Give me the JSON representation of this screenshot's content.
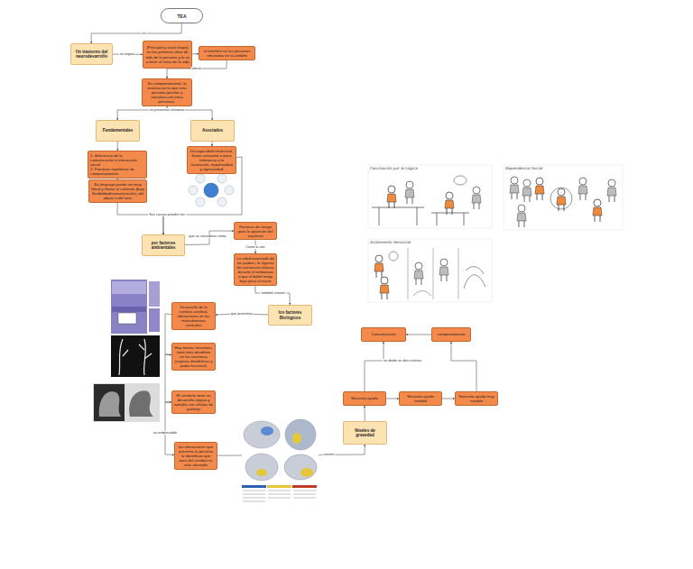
{
  "diagram": {
    "nodes": [
      {
        "text": [
          "TEA"
        ]
      },
      {
        "text": [
          "Un trastorno del neurodesarrollo"
        ]
      },
      {
        "text": [
          "(Principal y usual etapa) en los primeros años de vida de la persona y lo va a tener el resto de la vida"
        ]
      },
      {
        "text": [
          "al interferir en las personas afectadas en su ámbito"
        ]
      },
      {
        "text": [
          "Su comportamiento, la manera en la que esta persona percibe y socializa con otras personas."
        ]
      },
      {
        "text": [
          "Fundamentales"
        ]
      },
      {
        "text": [
          "Asociados"
        ]
      },
      {
        "text": [
          "1. deficiencia de la comunicación e interacción social",
          "2. Patrones repetitivos de comportamiento."
        ]
      },
      {
        "text": [
          "Su lenguaje puede ser muy literal y limitar el contexto (baja flexibilidad/comunicación), del objeto o del otro."
        ]
      },
      {
        "text": [
          "Discapacidad intelectual, llanto constante o poca tolerancia a la frustración, impulsividad y agresividad"
        ]
      },
      {
        "text": [
          "por factores ambientales"
        ]
      },
      {
        "text": [
          "Factores de riesgo para la aparición del trastorno"
        ]
      },
      {
        "text": [
          "La edad avanzada de los padres, la ingesta de sustancias tóxicas durante el embarazo o que el bebé tenga bajo peso al nacer"
        ]
      },
      {
        "text": [
          "los factores Biológicos"
        ]
      },
      {
        "text": [
          "Desarrollo de la corteza cerebral, alteraciones en las minicolumnas corticales"
        ]
      },
      {
        "text": [
          "Hay menos neuronas, tiene más dendritas en las neuronas (espinas dendríticas y poda neuronal)"
        ]
      },
      {
        "text": [
          "El cerebelo tiene un desarrollo atípico y tamaño con células de purkinje"
        ]
      },
      {
        "text": [
          "las alteraciones que presenta la persona la identifican que área del cerebro es más afectado"
        ]
      },
      {
        "text": [
          "Niveles de gravedad"
        ]
      },
      {
        "text": [
          "Necesita ayuda"
        ]
      },
      {
        "text": [
          "Necesita ayuda notable"
        ]
      },
      {
        "text": [
          "Necesita ayuda muy notable"
        ]
      },
      {
        "text": [
          "Comunicación"
        ]
      },
      {
        "text": [
          "comportamiento"
        ]
      }
    ],
    "edges": [
      {
        "from": 0,
        "to": 1,
        "label": "es",
        "arrow": "to"
      },
      {
        "from": 1,
        "to": 2,
        "label": "se origina",
        "arrow": "to"
      },
      {
        "from": 2,
        "to": 3,
        "arrow": "to"
      },
      {
        "from": 3,
        "to": 4,
        "label": "afecta",
        "arrow": "to"
      },
      {
        "from": 4,
        "to": 5,
        "label": "se presentan síntomas",
        "arrow": "to"
      },
      {
        "from": 4,
        "to": 6,
        "arrow": "to"
      },
      {
        "from": 5,
        "to": 7,
        "arrow": "to"
      },
      {
        "from": 7,
        "to": 8,
        "arrow": "to"
      },
      {
        "from": 6,
        "to": 9,
        "arrow": "to"
      },
      {
        "from": 8,
        "to": 10,
        "label": "Sus causas pueden ser",
        "arrow": "to"
      },
      {
        "from": 9,
        "to": 10,
        "arrow": "to"
      },
      {
        "from": 10,
        "to": 11,
        "label": "que se consideran como",
        "arrow": "to"
      },
      {
        "from": 11,
        "to": 12,
        "label": "Como lo son",
        "arrow": "to"
      },
      {
        "from": 12,
        "to": 13,
        "label": "también existen",
        "arrow": "to"
      },
      {
        "from": 13,
        "to": 14,
        "label": "que presentan",
        "arrow": "to"
      },
      {
        "from": 14,
        "to": 15,
        "arrow": "to"
      },
      {
        "from": 15,
        "to": 16,
        "arrow": "to"
      },
      {
        "from": 16,
        "to": 17,
        "label": "es evidenciable",
        "arrow": "to"
      },
      {
        "from": 17,
        "to": 18,
        "label": "existen",
        "arrow": "to"
      },
      {
        "from": 18,
        "to": 19,
        "arrow": "to"
      },
      {
        "from": 19,
        "to": 20,
        "arrow": "to"
      },
      {
        "from": 20,
        "to": 21,
        "arrow": "to"
      },
      {
        "from": 19,
        "to": 22,
        "label": "se divide en dos criterios",
        "arrow": "to"
      },
      {
        "from": 21,
        "to": 23,
        "arrow": "to"
      },
      {
        "from": 23,
        "to": 22,
        "arrow": "to"
      }
    ],
    "labels": [
      "Fascinación por la Lógica",
      "Dependencia Social",
      "Aislamiento Sensorial"
    ]
  }
}
